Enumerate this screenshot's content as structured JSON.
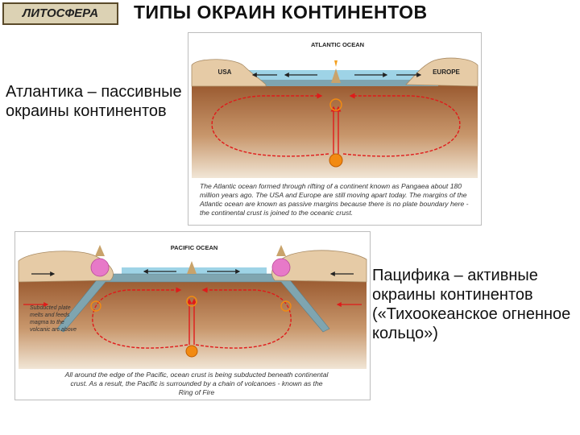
{
  "header": {
    "badge": "ЛИТОСФЕРА",
    "title": "ТИПЫ ОКРАИН КОНТИНЕНТОВ"
  },
  "atlantic": {
    "description": "Атлантика – пассивные окраины континентов",
    "figure": {
      "ocean_label": "ATLANTIC OCEAN",
      "left_continent": "USA",
      "right_continent": "EUROPE",
      "caption": "The Atlantic ocean formed through rifting of a continent known as Pangaea about 180 million years ago. The USA and Europe are still moving apart today. The margins of the Atlantic ocean are known as passive margins because there is no plate boundary here - the continental crust is joined to the oceanic crust."
    }
  },
  "pacific": {
    "description": "Пацифика – активные окраины континентов («Тихоокеанское огненное кольцо»)",
    "figure": {
      "ocean_label": "PACIFIC OCEAN",
      "side_note": "Subducted plate melts and feeds magma to the volcanic arc above",
      "caption": "All around the edge of the Pacific, ocean crust is being subducted beneath continental crust. As a result, the Pacific is surrounded by a chain of volcanoes - known as the Ring of Fire"
    }
  },
  "colors": {
    "badge_bg": "#dcd2b4",
    "ocean": "#9ed3e6",
    "oceanic_crust": "#7fa5b0",
    "continent": "#e6cba6",
    "mantle_top": "#a4653a",
    "mantle_bottom": "#efe2cf",
    "convection_arrows": "#e01a1a",
    "magma": "#f28a12"
  }
}
